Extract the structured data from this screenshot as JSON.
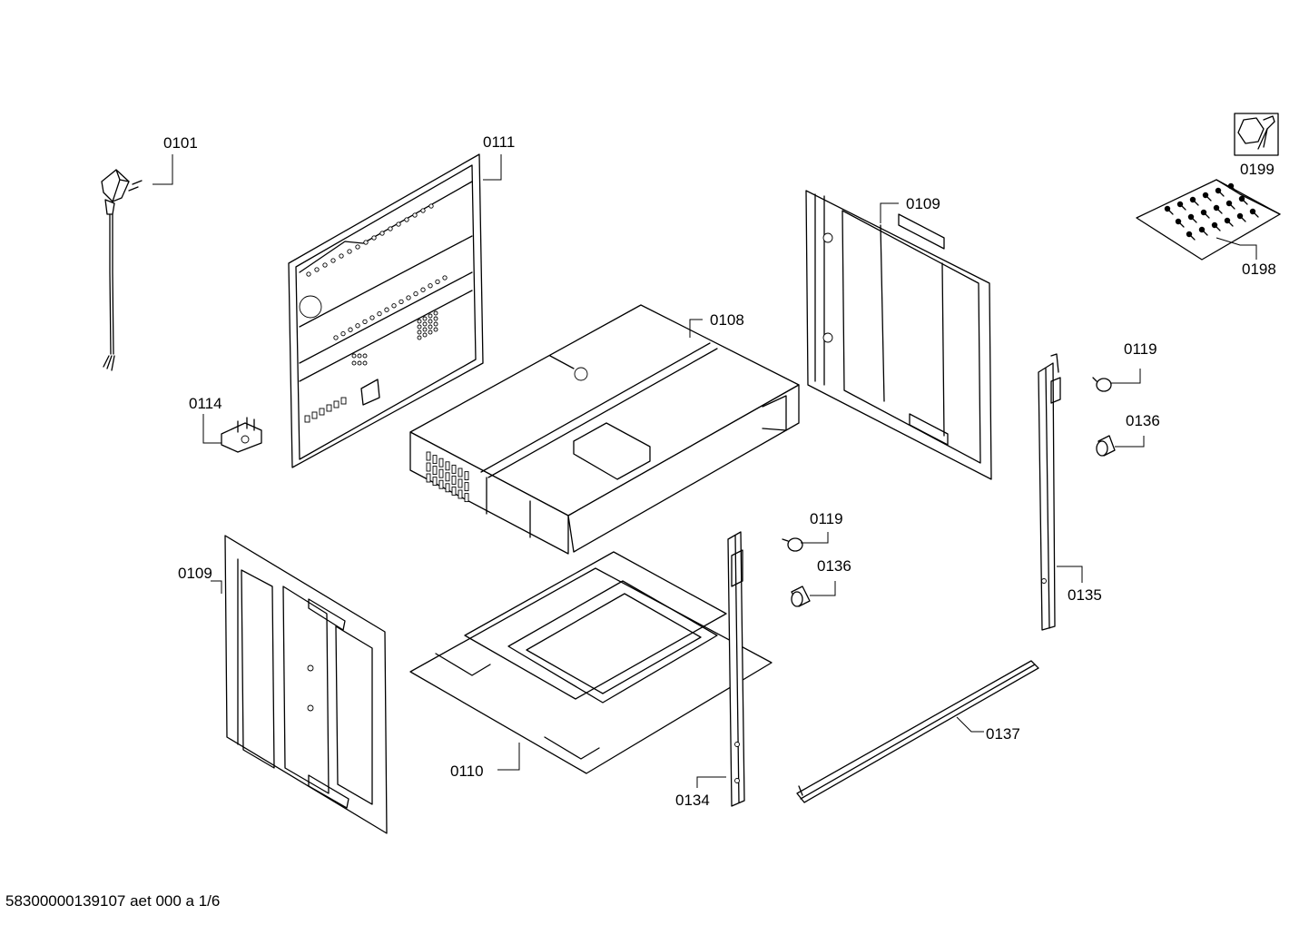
{
  "diagram": {
    "parts": [
      {
        "id": "p0101",
        "label": "0101"
      },
      {
        "id": "p0111",
        "label": "0111"
      },
      {
        "id": "p0114",
        "label": "0114"
      },
      {
        "id": "p0108",
        "label": "0108"
      },
      {
        "id": "p0109_right",
        "label": "0109"
      },
      {
        "id": "p0109_left",
        "label": "0109"
      },
      {
        "id": "p0110",
        "label": "0110"
      },
      {
        "id": "p0134",
        "label": "0134"
      },
      {
        "id": "p0119_mid",
        "label": "0119"
      },
      {
        "id": "p0136_mid",
        "label": "0136"
      },
      {
        "id": "p0119_right",
        "label": "0119"
      },
      {
        "id": "p0136_right",
        "label": "0136"
      },
      {
        "id": "p0135",
        "label": "0135"
      },
      {
        "id": "p0137",
        "label": "0137"
      },
      {
        "id": "p0199",
        "label": "0199"
      },
      {
        "id": "p0198",
        "label": "0198"
      }
    ],
    "footer": "58300000139107 aet 000 a 1/6"
  }
}
